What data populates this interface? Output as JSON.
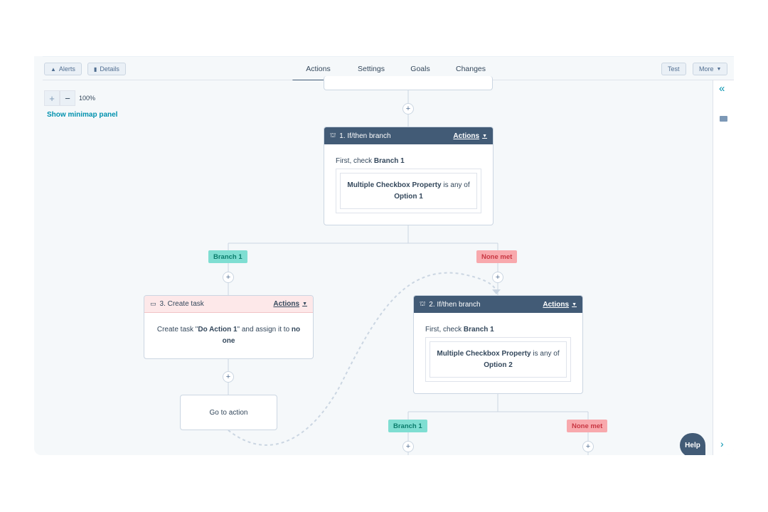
{
  "toolbar": {
    "alerts_label": "Alerts",
    "details_label": "Details",
    "test_label": "Test",
    "more_label": "More"
  },
  "tabs": [
    {
      "label": "Actions",
      "active": true
    },
    {
      "label": "Settings",
      "active": false
    },
    {
      "label": "Goals",
      "active": false
    },
    {
      "label": "Changes",
      "active": false
    }
  ],
  "zoom": {
    "level": "100%",
    "zoom_in": "+",
    "zoom_out": "−"
  },
  "minimap_link": "Show minimap panel",
  "actions_label": "Actions",
  "branch1": {
    "title": "1. If/then branch",
    "check_prefix": "First, check",
    "check_branch": "Branch 1",
    "property": "Multiple Checkbox Property",
    "operator": "is any of",
    "value": "Option 1"
  },
  "branch2": {
    "title": "2. If/then branch",
    "check_prefix": "First, check",
    "check_branch": "Branch 1",
    "property": "Multiple Checkbox Property",
    "operator": "is any of",
    "value": "Option 2"
  },
  "task": {
    "title": "3. Create task",
    "text_prefix": "Create task \"",
    "task_name": "Do Action 1",
    "text_mid": "\" and assign it to",
    "assignee": "no one"
  },
  "goto_label": "Go to action",
  "badges": {
    "branch": "Branch 1",
    "none": "None met"
  },
  "help_label": "Help",
  "colors": {
    "header": "#425b76",
    "branch_green": "#7fded2",
    "none_red": "#f8a9ad",
    "task_pink": "#fde8e9",
    "link": "#0091ae"
  }
}
